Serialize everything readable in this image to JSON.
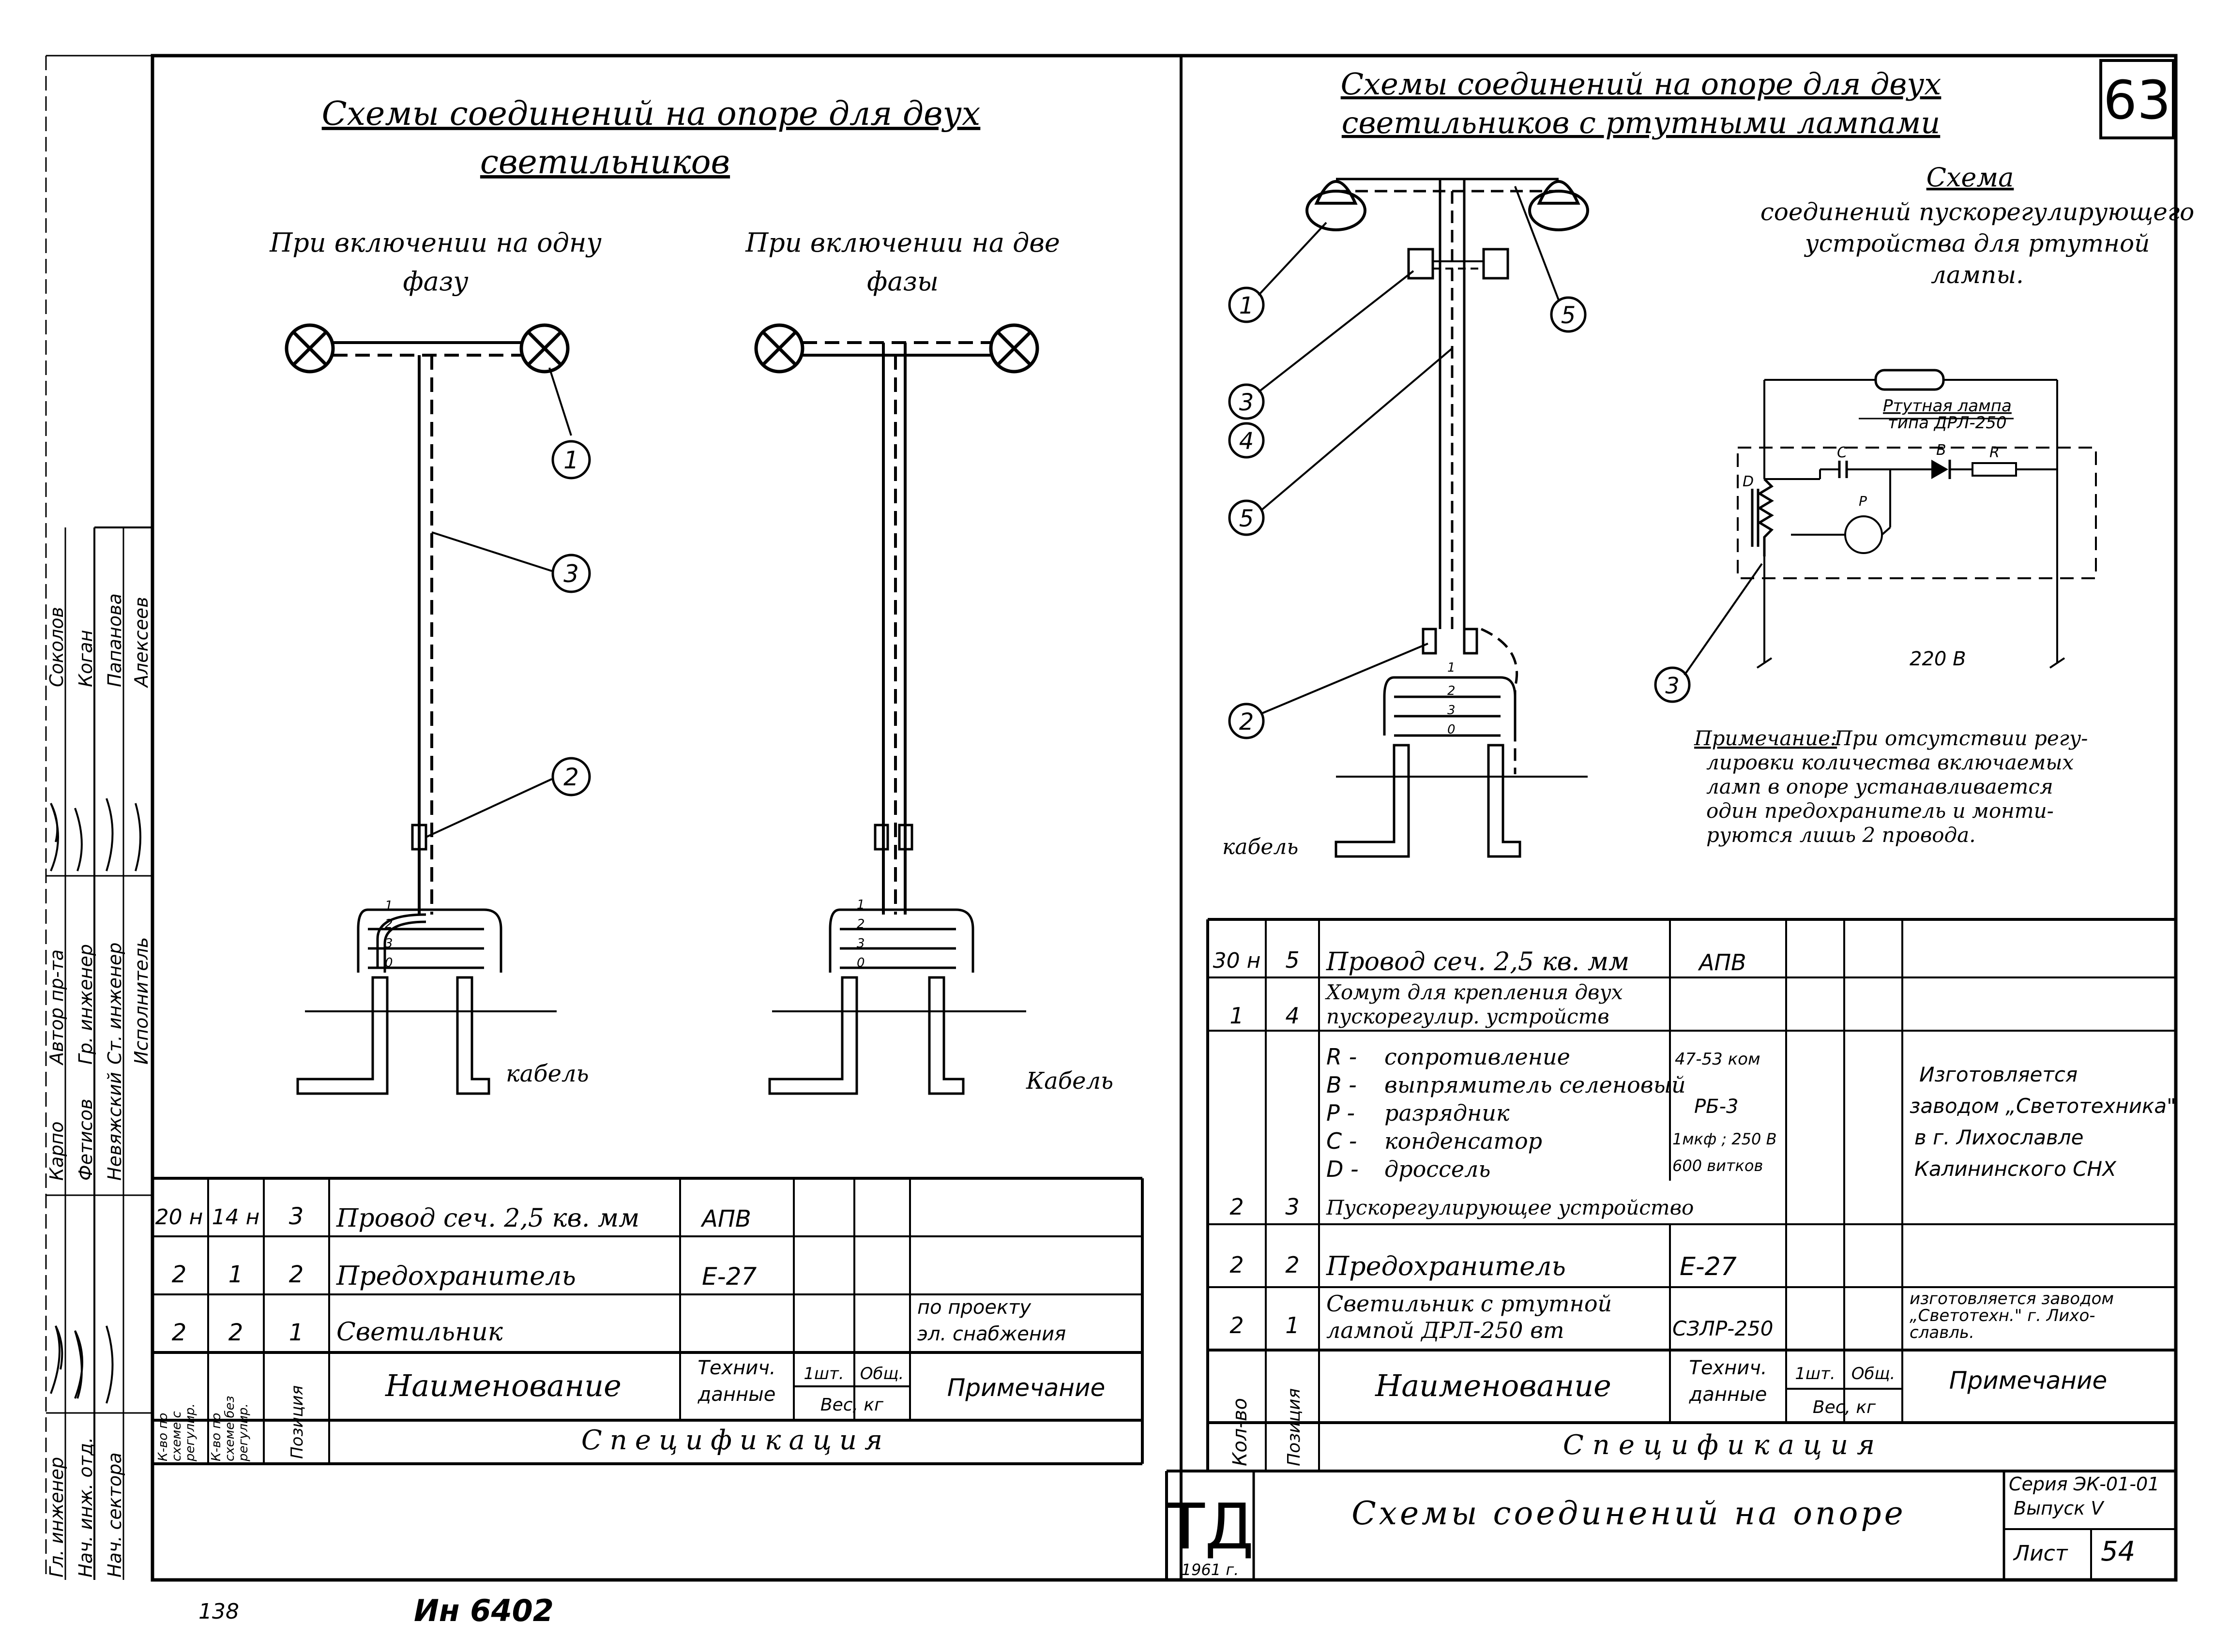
{
  "sheet_number": "63",
  "left": {
    "title_line1": "Схемы соединений  на опоре для двух",
    "title_line2": "светильников",
    "sub_one_phase_l1": "При включении на одну",
    "sub_one_phase_l2": "фазу",
    "sub_two_phase_l1": "При включении на две",
    "sub_two_phase_l2": "фазы",
    "cable_label_1": "кабель",
    "cable_label_2": "Кабель",
    "callouts": [
      "1",
      "3",
      "2"
    ],
    "wire_marks": [
      "1",
      "2",
      "3",
      "0"
    ],
    "spec": {
      "rows": [
        {
          "q1": "20 н",
          "q2": "14 н",
          "pos": "3",
          "name": "Провод сеч. 2,5 кв. мм",
          "tech": "АПВ",
          "note": ""
        },
        {
          "q1": "2",
          "q2": "1",
          "pos": "2",
          "name": "Предохранитель",
          "tech": "Е-27",
          "note": ""
        },
        {
          "q1": "2",
          "q2": "2",
          "pos": "1",
          "name": "Светильник",
          "tech": "",
          "note_l1": "по проекту",
          "note_l2": "эл. снабжения"
        }
      ],
      "header_q1_lines": [
        "К-во по",
        "схеме с",
        "регулир."
      ],
      "header_q2_lines": [
        "К-во по",
        "схеме без",
        "регулир."
      ],
      "header_pos": "Позиция",
      "header_name": "Наименование",
      "header_tech_l1": "Технич.",
      "header_tech_l2": "данные",
      "header_weight_1": "1шт.",
      "header_weight_2": "Общ.",
      "header_weight_unit": "Вес, кг",
      "header_note": "Примечание",
      "footer": "Спецификация"
    }
  },
  "right": {
    "title_line1": "Схемы  соединений на опоре для двух",
    "title_line2": "светильников  с ртутными лампами",
    "callouts": [
      "1",
      "5",
      "3",
      "4",
      "5",
      "2"
    ],
    "cable_label": "кабель",
    "wire_marks": [
      "1",
      "2",
      "3",
      "0"
    ],
    "ballast": {
      "title": "Схема",
      "desc_l1": "соединений пускорегулирующего",
      "desc_l2": "устройства для ртутной",
      "desc_l3": "лампы.",
      "lamp_label_l1": "Ртутная лампа",
      "lamp_label_l2": "типа ДРЛ-250",
      "label_C": "С",
      "label_B": "В",
      "label_R": "R",
      "label_P": "Р",
      "label_D": "D",
      "voltage": "220 В",
      "callout": "3"
    },
    "note_label": "Примечание:",
    "note_lines": [
      "При отсутствии регу-",
      "лировки количества включаемых",
      "ламп в опоре устанавливается",
      "один предохранитель и монти-",
      "руются  лишь 2 провода."
    ],
    "spec": {
      "rows": [
        {
          "qty": "30 н",
          "pos": "5",
          "name_l1": "Провод сеч. 2,5 кв. мм",
          "tech": "АПВ"
        },
        {
          "qty": "1",
          "pos": "4",
          "name_l1": "Хомут для крепления двух",
          "name_l2": "пускорегулир. устройств"
        }
      ],
      "components": [
        {
          "sym": "R -",
          "name": "сопротивление",
          "tech": "47-53 ком"
        },
        {
          "sym": "В -",
          "name": "выпрямитель селеновый",
          "tech": "РБ-3"
        },
        {
          "sym": "Р -",
          "name": "разрядник",
          "tech": "1мкф ; 250 В"
        },
        {
          "sym": "С -",
          "name": "конденсатор",
          "tech": "600 витков"
        },
        {
          "sym": "D -",
          "name": "дроссель",
          "tech": ""
        }
      ],
      "comp_note": [
        "Изготовляется",
        "заводом „Светотехника\"",
        "в г. Лихославле",
        "Калининского СНХ"
      ],
      "row3": {
        "qty": "2",
        "pos": "3",
        "name": "Пускорегулирующее устройство"
      },
      "row4": {
        "qty": "2",
        "pos": "2",
        "name": "Предохранитель",
        "tech": "Е-27"
      },
      "row5": {
        "qty": "2",
        "pos": "1",
        "name_l1": "Светильник с ртутной",
        "name_l2": "лампой  ДРЛ-250 вт",
        "tech": "СЗЛР-250",
        "note": [
          "изготовляется заводом",
          "„Светотехн.\" г. Лихо-",
          "славль."
        ]
      },
      "header_qty": "Кол-во",
      "header_pos": "Позиция",
      "header_name": "Наименование",
      "header_tech_l1": "Технич.",
      "header_tech_l2": "данные",
      "header_weight_1": "1шт.",
      "header_weight_2": "Общ.",
      "header_weight_unit": "Вес, кг",
      "header_note": "Примечание",
      "footer": "Спецификация"
    }
  },
  "title_block": {
    "logo": "ТД",
    "year": "1961 г.",
    "title": "Схемы  соединений на опоре",
    "series_l1": "Серия ЭК-01-01",
    "series_l2": "Выпуск V",
    "sheet_label": "Лист",
    "sheet_value": "54"
  },
  "side_stamp": {
    "roles": [
      "Гл. инженер",
      "Нач. инж. отд.",
      "Нач. сектора",
      "Автор пр-та",
      "Гр. инженер",
      "Ст. инженер",
      "Исполнитель"
    ],
    "names": [
      "Карпо",
      "Фетисов",
      "Невяжский",
      "Соколов",
      "Коган",
      "Папанова",
      "Алексеев"
    ]
  },
  "bottom_left_number": "138",
  "bottom_inventory": "Ин 6402"
}
